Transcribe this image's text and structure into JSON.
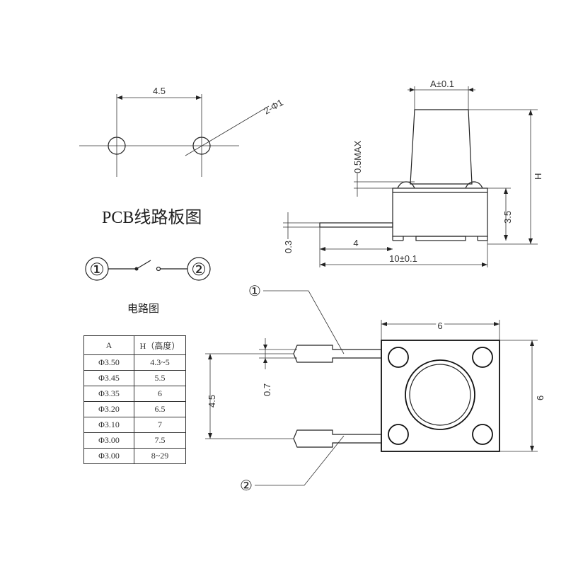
{
  "pcb": {
    "title": "PCB线路板图",
    "spacing": "4.5",
    "hole": "2-Φ1"
  },
  "circuit": {
    "title": "电路图",
    "terminal_1": "①",
    "terminal_2": "②"
  },
  "table": {
    "headers": [
      "A",
      "H（高度）"
    ],
    "rows": [
      [
        "Φ3.50",
        "4.3~5"
      ],
      [
        "Φ3.45",
        "5.5"
      ],
      [
        "Φ3.35",
        "6"
      ],
      [
        "Φ3.20",
        "6.5"
      ],
      [
        "Φ3.10",
        "7"
      ],
      [
        "Φ3.00",
        "7.5"
      ],
      [
        "Φ3.00",
        "8~29"
      ]
    ]
  },
  "side_view": {
    "a_dim": "A±0.1",
    "max_dim": "0.5MAX",
    "h_dim": "H",
    "height_dim": "3.5",
    "pin_thickness": "0.3",
    "pin_length": "4",
    "body_length": "10±0.1"
  },
  "top_view": {
    "pin_1": "①",
    "pin_2": "②",
    "width": "6",
    "height": "6",
    "pin_width": "0.7",
    "pin_spacing": "4.5"
  }
}
